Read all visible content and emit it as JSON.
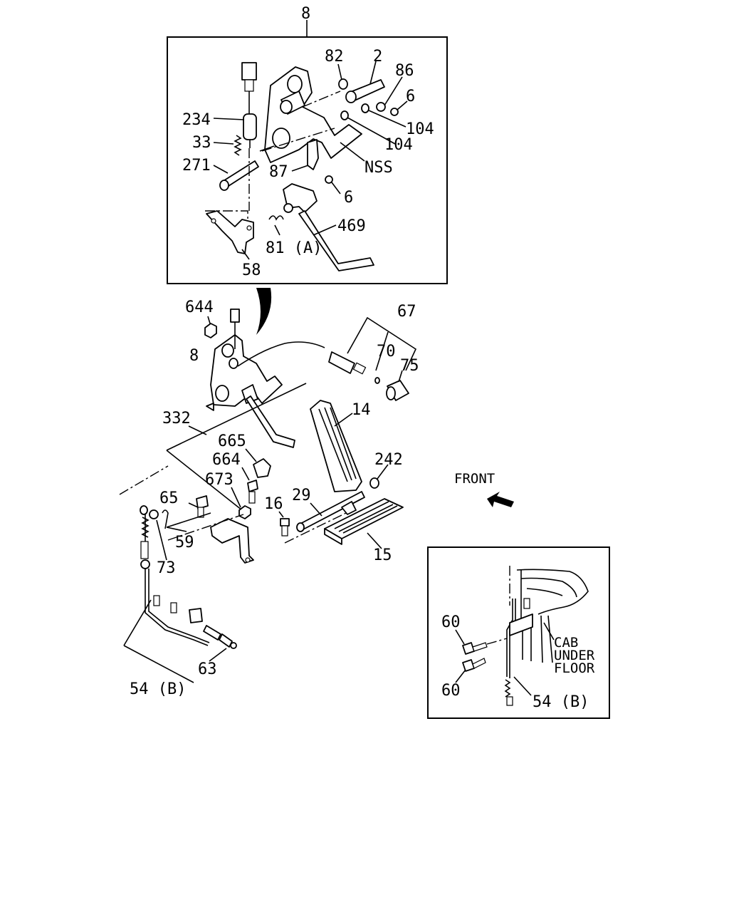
{
  "labels": {
    "top_detail_ref": "8",
    "d_82": "82",
    "d_2": "2",
    "d_86": "86",
    "d_6a": "6",
    "d_104a": "104",
    "d_104b": "104",
    "d_nss": "NSS",
    "d_234": "234",
    "d_33": "33",
    "d_271": "271",
    "d_87": "87",
    "d_6b": "6",
    "d_469": "469",
    "d_81a": "81 (A)",
    "d_58": "58",
    "m_644": "644",
    "m_8": "8",
    "m_67": "67",
    "m_70": "70",
    "m_75": "75",
    "m_14": "14",
    "m_332": "332",
    "m_665": "665",
    "m_664": "664",
    "m_673": "673",
    "m_242": "242",
    "m_65": "65",
    "m_29": "29",
    "m_16": "16",
    "m_59": "59",
    "m_73": "73",
    "m_15": "15",
    "m_63": "63",
    "m_54b": "54 (B)",
    "front": "FRONT",
    "i_60a": "60",
    "i_60b": "60",
    "i_cab": "CAB",
    "i_under": "UNDER",
    "i_floor": "FLOOR",
    "i_54b": "54 (B)"
  },
  "icons": [
    "front-arrow-icon"
  ]
}
